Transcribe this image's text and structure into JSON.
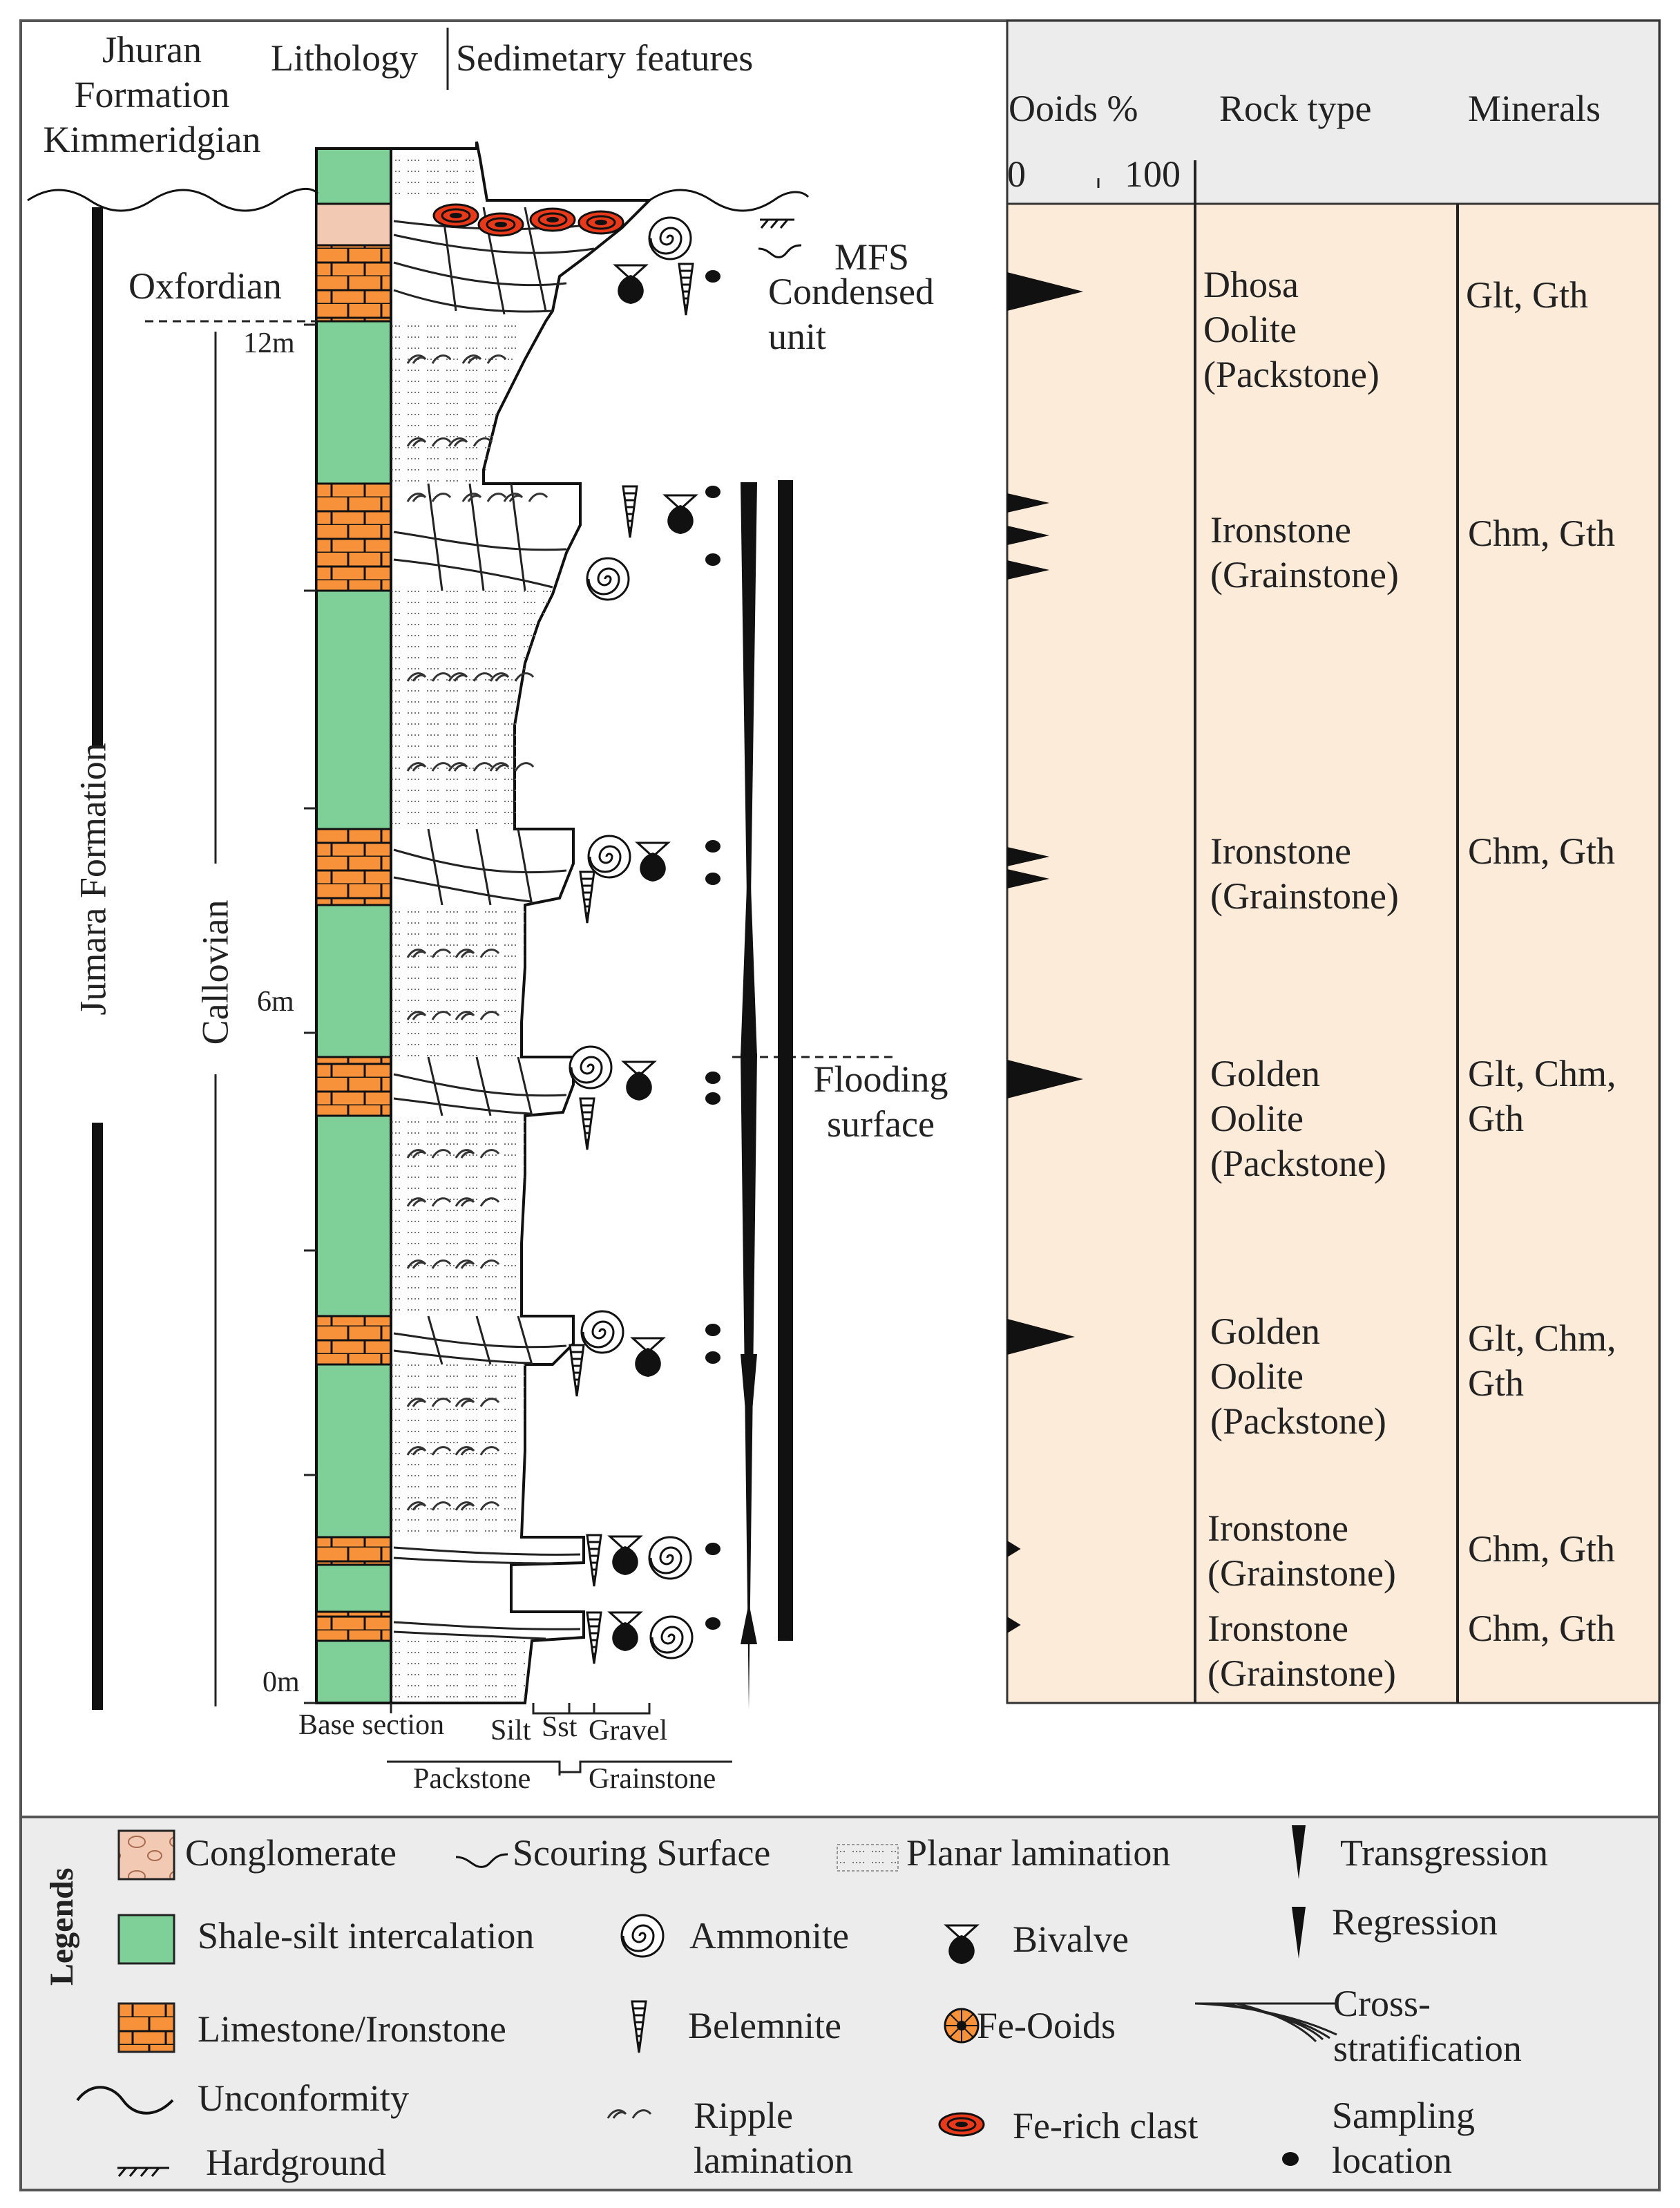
{
  "header": {
    "formation_top": "Jhuran\nFormation\nKimmeridgian",
    "lithology": "Lithology",
    "sedimentary_features": "Sedimetary features",
    "ooids_pct": "Ooids %",
    "scale_min": "0",
    "scale_max": "100",
    "rock_type": "Rock type",
    "minerals": "Minerals"
  },
  "stratigraphy": {
    "oxfordian": "Oxfordian",
    "jumara": "Jumara Formation",
    "callovian": "Callovian",
    "depth_12": "12m",
    "depth_6": "6m",
    "depth_0": "0m",
    "base_section": "Base section",
    "silt": "Silt",
    "sst": "Sst",
    "gravel": "Gravel",
    "packstone": "Packstone",
    "grainstone": "Grainstone"
  },
  "annotations": {
    "mfs": "MFS",
    "condensed": "Condensed\nunit",
    "flooding": "Flooding\nsurface"
  },
  "ooid_spikes_pct": [
    45,
    25,
    25,
    25,
    25,
    25,
    45,
    40,
    8,
    8
  ],
  "beds": [
    {
      "rock": "Dhosa\nOolite\n(Packstone)",
      "minerals": "Glt, Gth"
    },
    {
      "rock": "Ironstone\n(Grainstone)",
      "minerals": "Chm, Gth"
    },
    {
      "rock": "Ironstone\n(Grainstone)",
      "minerals": "Chm, Gth"
    },
    {
      "rock": "Golden\nOolite\n(Packstone)",
      "minerals": "Glt, Chm,\nGth"
    },
    {
      "rock": "Golden\nOolite\n(Packstone)",
      "minerals": "Glt, Chm,\nGth"
    },
    {
      "rock": "Ironstone\n(Grainstone)",
      "minerals": "Chm, Gth"
    },
    {
      "rock": "Ironstone\n(Grainstone)",
      "minerals": "Chm, Gth"
    }
  ],
  "legend": {
    "title": "Legends",
    "conglomerate": "Conglomerate",
    "shale_silt": "Shale-silt intercalation",
    "limestone": "Limestone/Ironstone",
    "unconformity": "Unconformity",
    "hardground": "Hardground",
    "scouring": "Scouring Surface",
    "ammonite": "Ammonite",
    "belemnite": "Belemnite",
    "ripple": "Ripple\nlamination",
    "planar": "Planar lamination",
    "bivalve": "Bivalve",
    "fe_ooids": "Fe-Ooids",
    "fe_clast": "Fe-rich clast",
    "transgression": "Transgression",
    "regression": "Regression",
    "cross": "Cross-\nstratification",
    "sampling": "Sampling\nlocation"
  },
  "colors": {
    "shale": "#7ecf98",
    "limestone": "#f7923a",
    "conglomerate": "#f2c9b3",
    "table_bg": "#fdebd9",
    "header_bg": "#ececec",
    "legend_bg": "#ececec",
    "fe_clast": "#e83a1a"
  }
}
